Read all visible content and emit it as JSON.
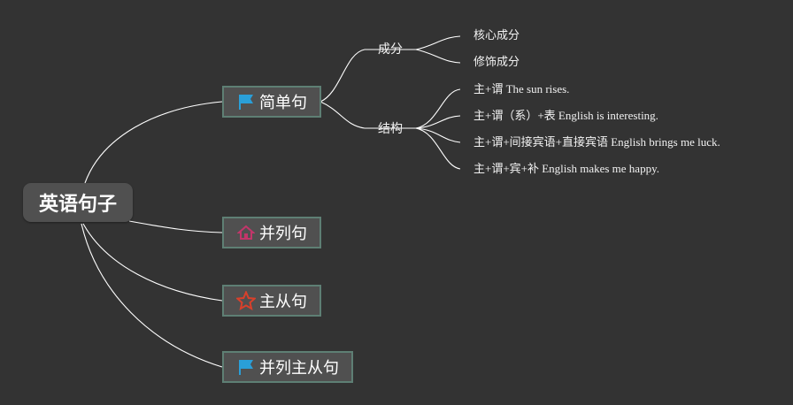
{
  "root": {
    "label": "英语句子"
  },
  "topics": [
    {
      "label": "简单句",
      "icon": "blue-flag-icon"
    },
    {
      "label": "并列句",
      "icon": "house-icon"
    },
    {
      "label": "主从句",
      "icon": "star-icon"
    },
    {
      "label": "并列主从句",
      "icon": "blue-flag-icon"
    }
  ],
  "simple": {
    "groups": [
      {
        "label": "成分",
        "items": [
          "核心成分",
          "修饰成分"
        ]
      },
      {
        "label": "结构",
        "items": [
          "主+谓 The sun rises.",
          "主+谓（系）+表 English is interesting.",
          "主+谓+间接宾语+直接宾语 English brings me luck.",
          "主+谓+宾+补 English makes me happy."
        ]
      }
    ]
  },
  "colors": {
    "background": "#333333",
    "node_fill": "#505050",
    "node_border": "#5e7f74",
    "line": "#ffffff",
    "flag": "#2a9fd8",
    "house": "#c2366a",
    "star": "#d9402b"
  }
}
